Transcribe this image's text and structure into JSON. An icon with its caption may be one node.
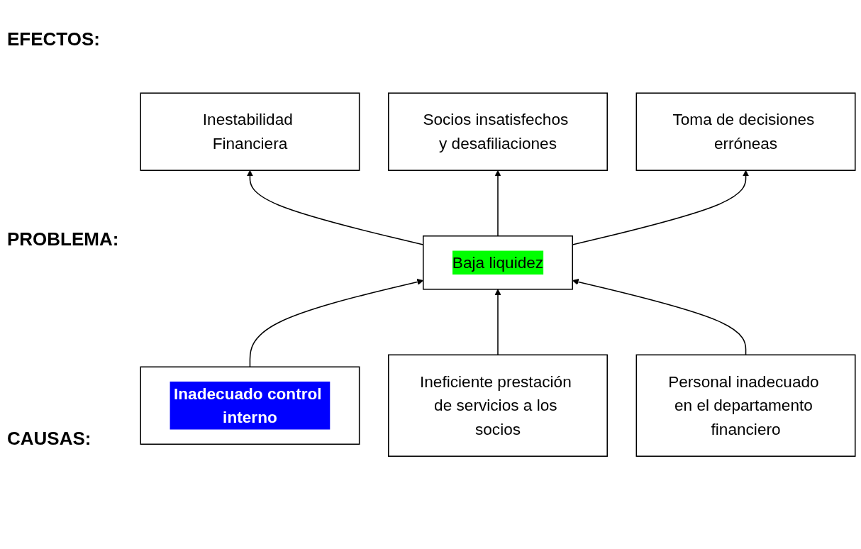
{
  "diagram": {
    "nodes": [
      {
        "text": [
          "Inestabilidad Financiera"
        ]
      },
      {
        "text": [
          "Socios insatisfechos y desafiliaciones"
        ]
      },
      {
        "text": [
          "Toma de decisiones erróneas"
        ]
      },
      {
        "text": [
          "Baja liquidez"
        ]
      },
      {
        "text": [
          "Inadecuado control interno"
        ]
      },
      {
        "text": [
          "Ineficiente prestación de servicios a los socios"
        ]
      },
      {
        "text": [
          "Personal inadecuado en el departamento financiero"
        ]
      }
    ],
    "edges": [
      {
        "from": 3,
        "to": 0,
        "arrow": "to"
      },
      {
        "from": 3,
        "to": 1,
        "arrow": "to"
      },
      {
        "from": 3,
        "to": 2,
        "arrow": "to"
      },
      {
        "from": 4,
        "to": 3,
        "arrow": "to"
      },
      {
        "from": 5,
        "to": 3,
        "arrow": "to"
      },
      {
        "from": 6,
        "to": 3,
        "arrow": "to"
      }
    ],
    "labels": [
      "EFECTOS:",
      "PROBLEMA:",
      "CAUSAS:"
    ]
  }
}
